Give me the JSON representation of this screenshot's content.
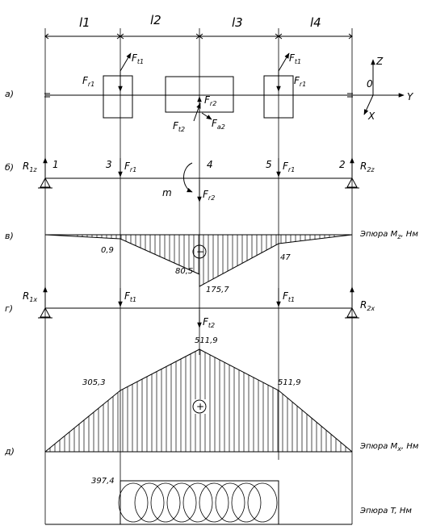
{
  "spans": [
    "l1",
    "l2",
    "l3",
    "l4"
  ],
  "row_labels": {
    "a": "а)",
    "b": "б)",
    "c": "в)",
    "d": "г)",
    "e": "д)"
  },
  "axes": {
    "z": "Z",
    "y": "Y",
    "x": "X",
    "o": "0"
  },
  "forces": {
    "Ft1": {
      "main": "F",
      "sub": "t1"
    },
    "Fr1": {
      "main": "F",
      "sub": "r1"
    },
    "Fr2": {
      "main": "F",
      "sub": "r2"
    },
    "Ft2": {
      "main": "F",
      "sub": "t2"
    },
    "Fa2": {
      "main": "F",
      "sub": "a2"
    },
    "R1z": {
      "main": "R",
      "sub": "1z"
    },
    "R2z": {
      "main": "R",
      "sub": "2z"
    },
    "R1x": {
      "main": "R",
      "sub": "1x"
    },
    "R2x": {
      "main": "R",
      "sub": "2x"
    },
    "moment": "m"
  },
  "points": [
    "1",
    "3",
    "4",
    "5",
    "2"
  ],
  "diagram_Mz": {
    "caption": "Эпюра M",
    "cap_sub": "z",
    "cap_unit": ",  Нм",
    "values": [
      "0,9",
      "80,5",
      "175,7",
      "47"
    ],
    "sign": "−"
  },
  "diagram_Mx": {
    "caption": "Эпюра M",
    "cap_sub": "x",
    "cap_unit": ",  Нм",
    "values": [
      "305,3",
      "511,9",
      "511,9"
    ],
    "sign": "+"
  },
  "diagram_T": {
    "caption": "Эпюра T,  Нм",
    "value": "397,4"
  }
}
